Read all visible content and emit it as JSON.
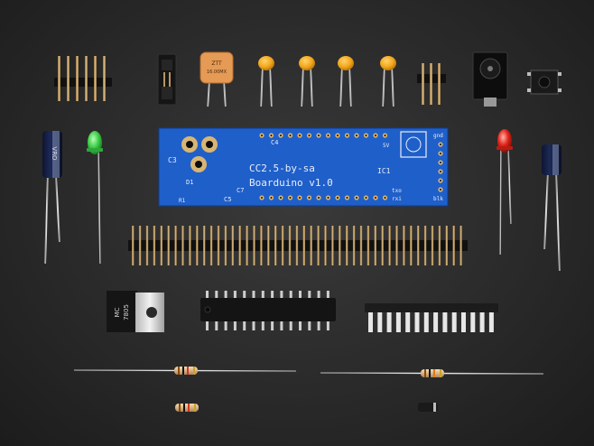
{
  "board": {
    "title_line1": "CC2.5-by-sa",
    "title_line2": "Boarduino v1.0",
    "labels": {
      "c3": "C3",
      "c5": "C5",
      "c7": "C7",
      "c4": "C4",
      "d1": "D1",
      "ic1": "IC1",
      "r1": "R1",
      "gnd": "gnd",
      "blk": "blk",
      "rxi": "rxi",
      "txo": "txo",
      "five_v": "5V"
    }
  },
  "resonator_text": {
    "line1": "ZTT",
    "line2": "16.00MX"
  },
  "regulator_text": {
    "line1": "MC",
    "line2": "7805"
  },
  "cap_left_text": "VRO",
  "colors": {
    "background": "#2a2a2a",
    "pcb_blue": "#1f5fc9",
    "led_green": "#3fd04a",
    "led_red": "#e0241a",
    "ceramic_cap": "#f2a51c",
    "resonator": "#e59a55"
  }
}
